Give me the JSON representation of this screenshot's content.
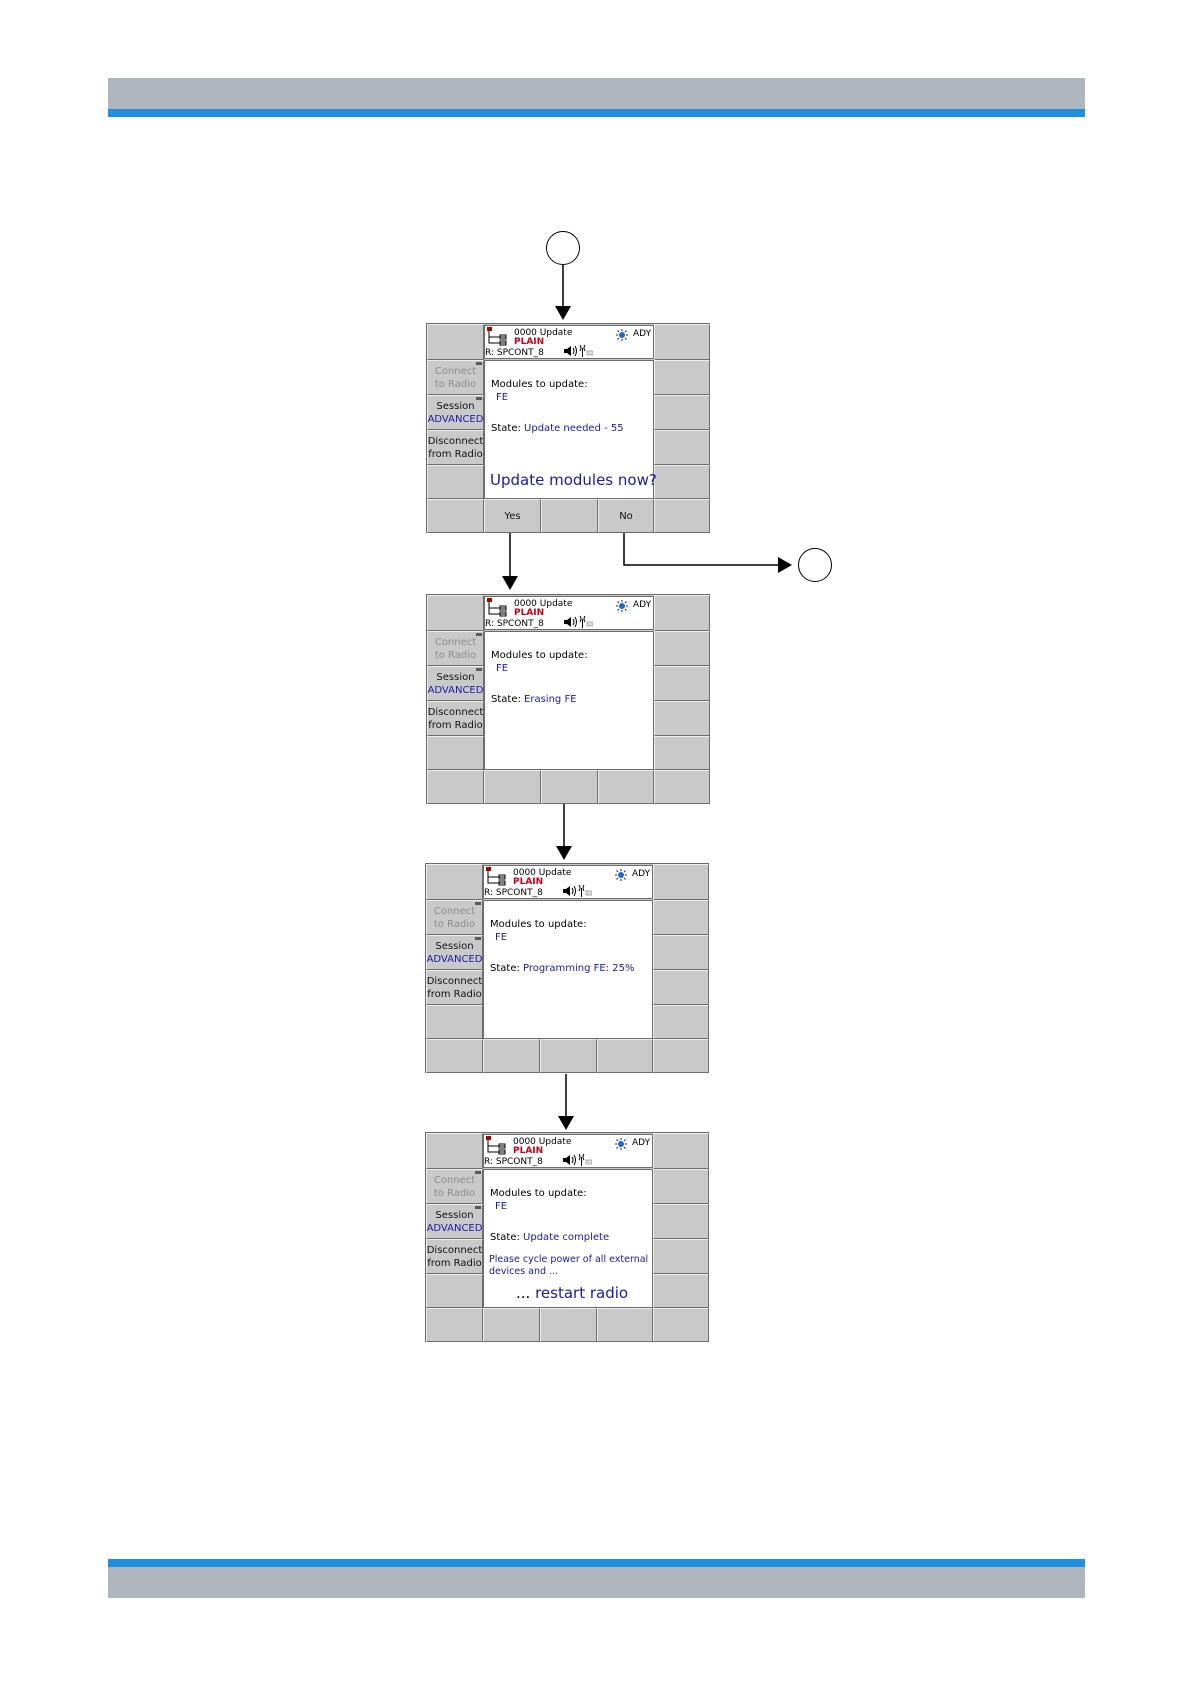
{
  "left_keys": {
    "connect": [
      "Connect",
      "to Radio"
    ],
    "session": [
      "Session",
      "ADVANCED"
    ],
    "disconnect": [
      "Disconnect",
      "from Radio"
    ]
  },
  "status_bar": {
    "title": "0000 Update",
    "mode": "PLAIN",
    "radio": "R: SPCONT_8",
    "indicator": "ADY"
  },
  "screens": [
    {
      "modules_label": "Modules to update:",
      "modules_value": "FE",
      "state_label": "State:",
      "state_value": "Update needed - 55",
      "question": "Update modules now?",
      "softkeys": [
        "Yes",
        "",
        "No"
      ]
    },
    {
      "modules_label": "Modules to update:",
      "modules_value": "FE",
      "state_label": "State:",
      "state_value": "Erasing FE"
    },
    {
      "modules_label": "Modules to update:",
      "modules_value": "FE",
      "state_label": "State:",
      "state_value": "Programming FE: 25%"
    },
    {
      "modules_label": "Modules to update:",
      "modules_value": "FE",
      "state_label": "State:",
      "state_value": "Update complete",
      "message": "Please cycle power of all external devices and ...",
      "restart_prefix": "...",
      "restart_text": "restart radio"
    }
  ],
  "colors": {
    "band_gray": "#b0b6bd",
    "band_blue": "#1f8fe0",
    "value_blue": "#1a1aa8",
    "plain_red": "#c8001e"
  },
  "icons": [
    "network-icon",
    "speaker-icon",
    "antenna-icon",
    "battery-icon",
    "sun-icon"
  ]
}
